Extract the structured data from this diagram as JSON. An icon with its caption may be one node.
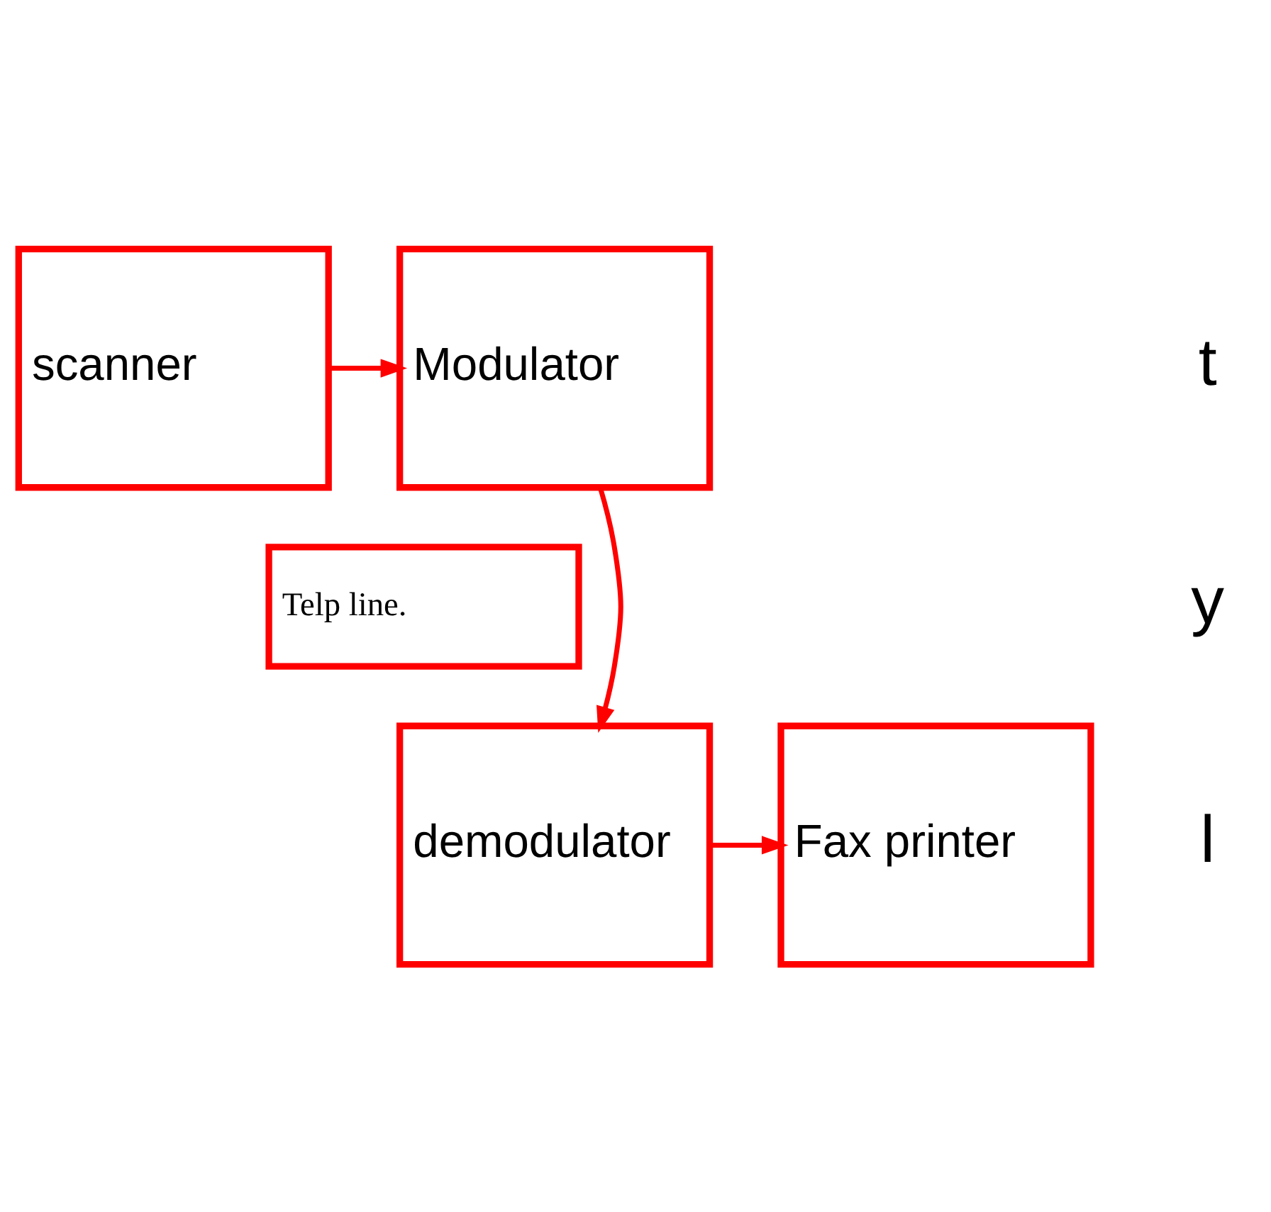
{
  "diagram": {
    "nodes": [
      {
        "text": [
          "scanner"
        ]
      },
      {
        "text": [
          "Modulator"
        ]
      },
      {
        "text": [
          "Telp line."
        ]
      },
      {
        "text": [
          "Fax printer"
        ]
      },
      {
        "text": [
          "demodulator"
        ]
      }
    ],
    "edges": [
      {
        "from": 0,
        "to": 1,
        "arrow": "to"
      },
      {
        "from": 1,
        "to": 4,
        "arrow": "to"
      },
      {
        "from": 4,
        "to": 3,
        "arrow": "to"
      }
    ],
    "labels": [
      "t",
      "y",
      "l"
    ]
  }
}
